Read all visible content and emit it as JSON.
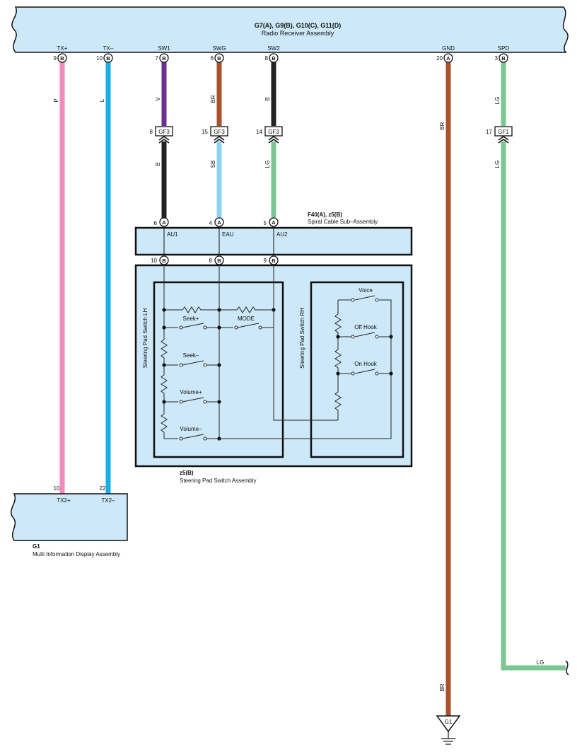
{
  "radio": {
    "codes": "G7(A), G9(B), G10(C), G11(D)",
    "name": "Radio Receiver Assembly"
  },
  "colors": {
    "box_fill": "#cde8f8",
    "P": "#f38bbb",
    "L": "#19aee6",
    "V": "#6b2f93",
    "BR": "#a9522d",
    "B": "#222222",
    "SB": "#8fd3f0",
    "LG": "#7cc695"
  },
  "radio_pins": [
    {
      "name": "TX+",
      "pin": "9",
      "conn": "B",
      "wire": "P"
    },
    {
      "name": "TX–",
      "pin": "10",
      "conn": "B",
      "wire": "L"
    },
    {
      "name": "SW1",
      "pin": "7",
      "conn": "B",
      "wire": "V"
    },
    {
      "name": "SWG",
      "pin": "6",
      "conn": "B",
      "wire": "BR"
    },
    {
      "name": "SW2",
      "pin": "8",
      "conn": "B",
      "wire": "B"
    },
    {
      "name": "GND",
      "pin": "20",
      "conn": "A",
      "wire": "BR"
    },
    {
      "name": "SPD",
      "pin": "3",
      "conn": "B",
      "wire": "LG"
    }
  ],
  "junctions": [
    {
      "pin": "8",
      "label": "GF3",
      "wire_below": "B"
    },
    {
      "pin": "15",
      "label": "GF3",
      "wire_below": "SB"
    },
    {
      "pin": "14",
      "label": "GF3",
      "wire_below": "LG"
    },
    {
      "pin": "17",
      "label": "GF1",
      "wire_below": "LG"
    }
  ],
  "spiral": {
    "codes": "F40(A), z5(B)",
    "name": "Spiral Cable Sub–Assembly",
    "top_pins": [
      {
        "pin": "6",
        "conn": "A",
        "name": "AU1"
      },
      {
        "pin": "4",
        "conn": "A",
        "name": "EAU"
      },
      {
        "pin": "5",
        "conn": "A",
        "name": "AU2"
      }
    ],
    "bottom_pins": [
      {
        "pin": "10",
        "conn": "B"
      },
      {
        "pin": "8",
        "conn": "B"
      },
      {
        "pin": "9",
        "conn": "B"
      }
    ]
  },
  "switch_assy": {
    "code": "z5(B)",
    "name": "Steering Pad Switch Assembly",
    "lh_title": "Steering Pad Switch LH",
    "rh_title": "Steering Pad Switch RH",
    "lh_switches": [
      "Seek+",
      "MODE",
      "Seek–",
      "Volume+",
      "Volume–"
    ],
    "rh_switches": [
      "Voice",
      "Off Hook",
      "On Hook"
    ]
  },
  "display": {
    "code": "G1",
    "name": "Multi Information Display Assembly",
    "pins": [
      {
        "pin": "10",
        "name": "TX2+"
      },
      {
        "pin": "22",
        "name": "TX2–"
      }
    ]
  },
  "ground": {
    "label": "G1",
    "wire": "BR"
  },
  "spd_exit_wire": "LG"
}
